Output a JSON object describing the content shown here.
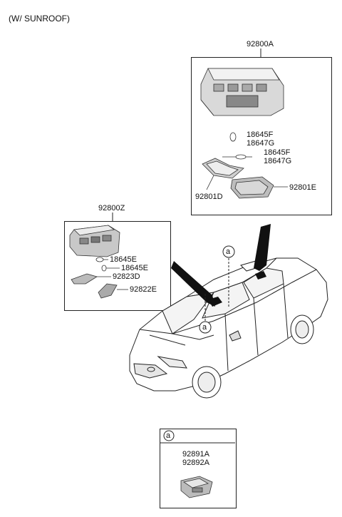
{
  "header": "(W/ SUNROOF)",
  "assemblies": {
    "sunroof_lamp": {
      "part": "92800A",
      "bulb_1": [
        "18645F",
        "18647G"
      ],
      "bulb_2": [
        "18645F",
        "18647G"
      ],
      "lens_left": "92801D",
      "lens_right": "92801E"
    },
    "front_lamp": {
      "part": "92800Z",
      "bulb_1": "18645E",
      "bulb_2": "18645E",
      "lens_1": "92823D",
      "lens_2": "92822E"
    }
  },
  "callout": "a",
  "detail": {
    "marker": "a",
    "parts": [
      "92891A",
      "92892A"
    ]
  }
}
